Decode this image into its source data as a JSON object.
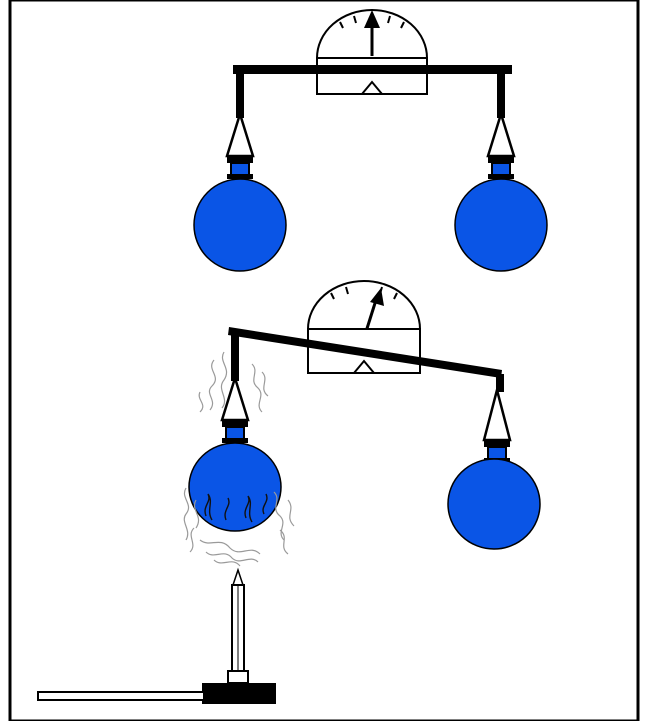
{
  "figure": {
    "description_labels": [],
    "colors": {
      "flask_fill": "#0a55e6",
      "outline": "#000000",
      "background": "#ffffff",
      "smoke": "#9a9a9a"
    },
    "scenes": [
      {
        "name": "balanced-balance",
        "beam_state": "level",
        "left_flask_heated": false
      },
      {
        "name": "tilted-balance",
        "beam_state": "tilted-left-up",
        "left_flask_heated": true
      }
    ]
  }
}
